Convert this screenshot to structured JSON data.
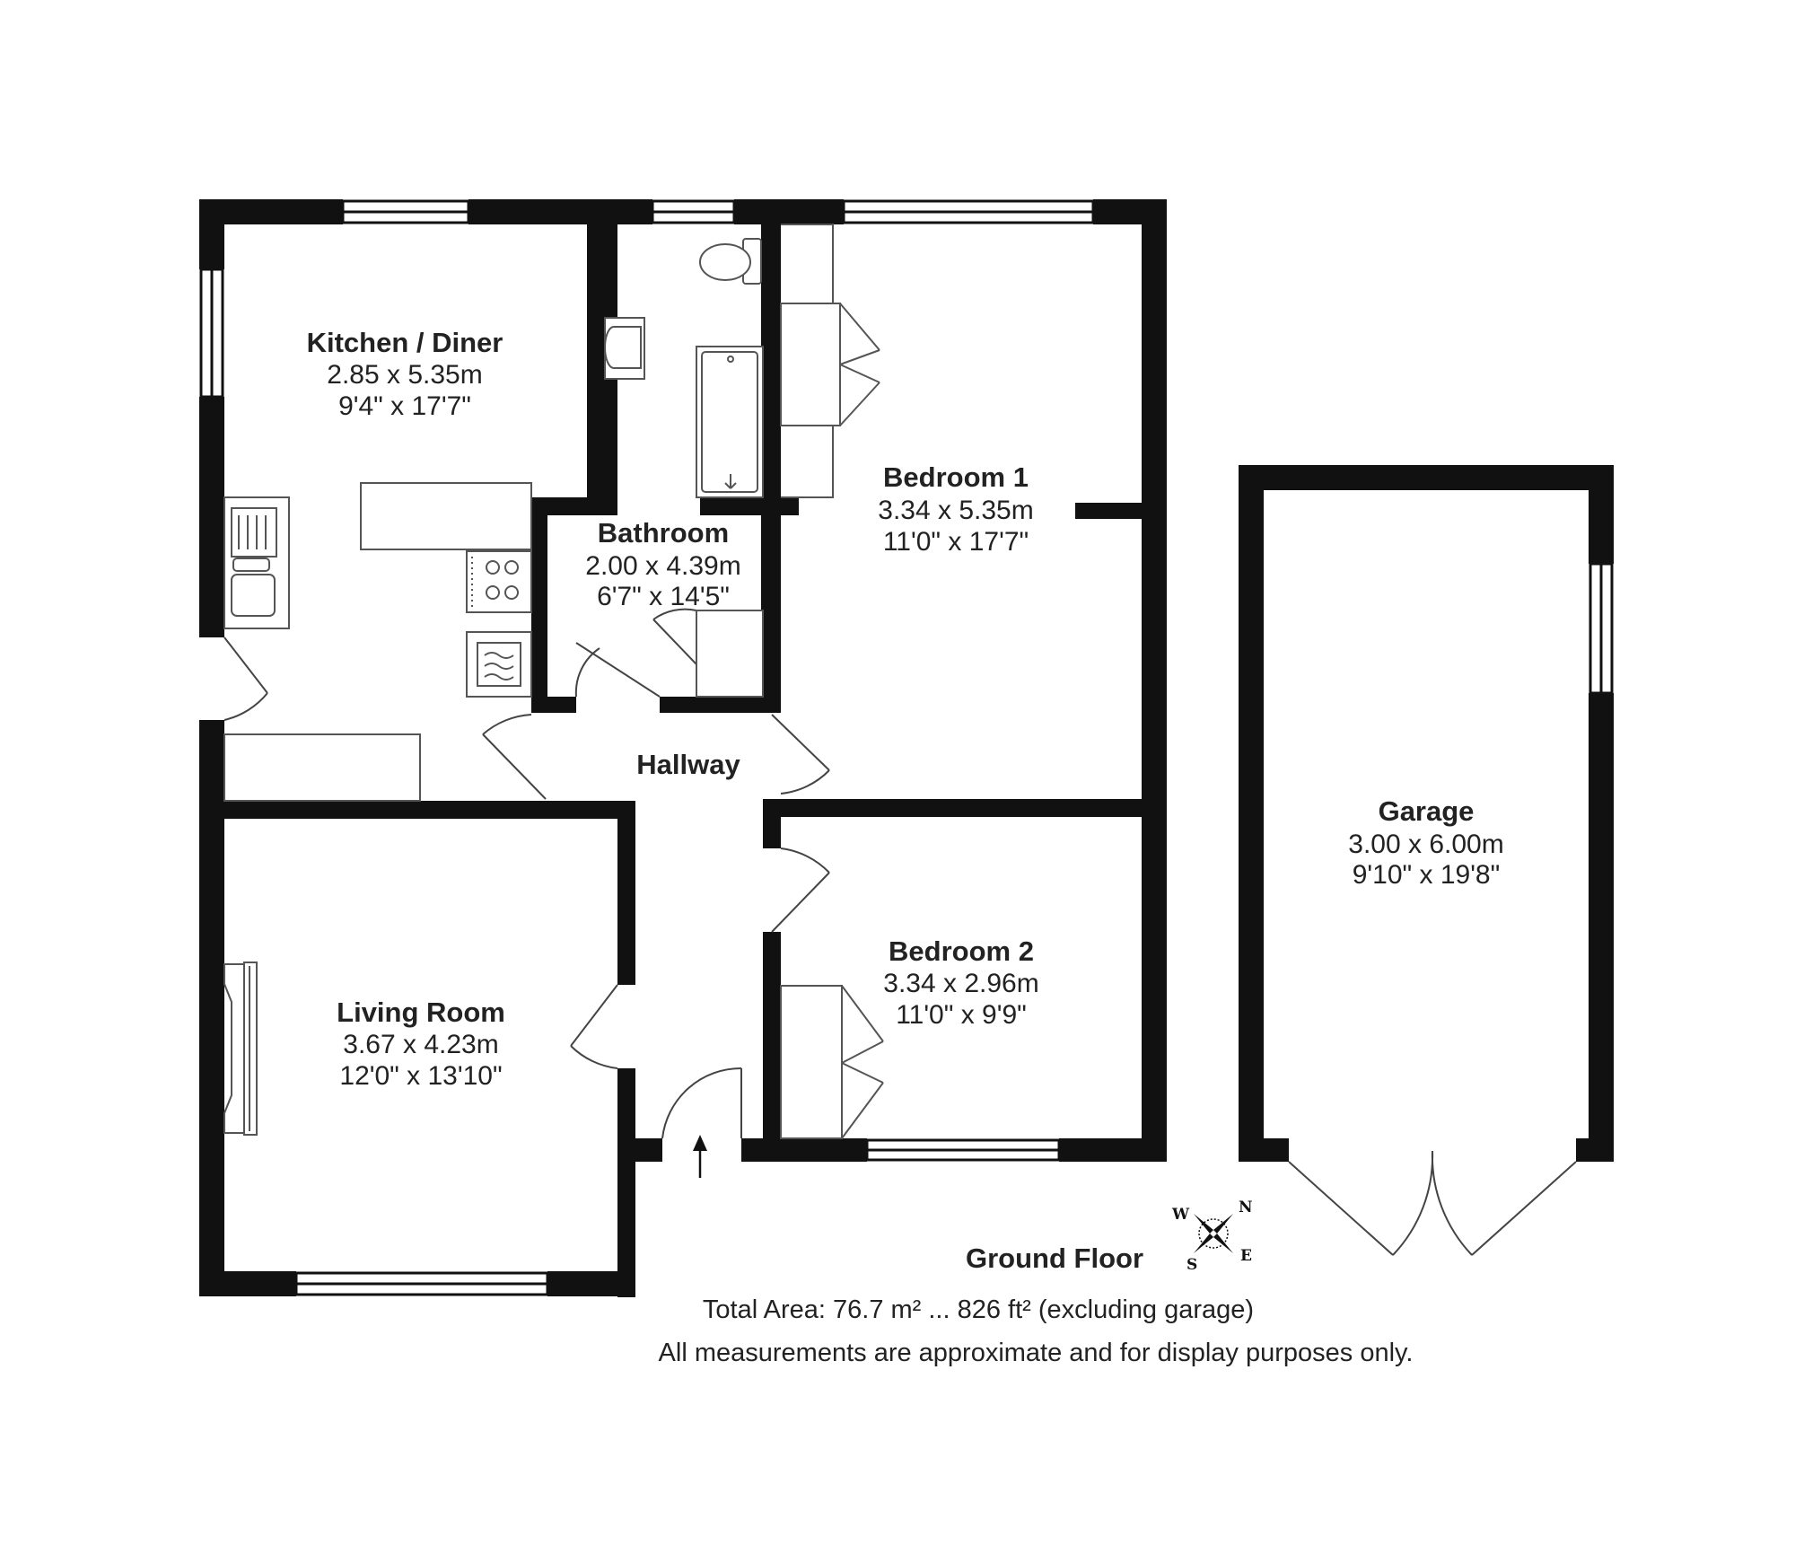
{
  "rooms": {
    "kitchen": {
      "name": "Kitchen / Diner",
      "metric": "2.85 x 5.35m",
      "imperial": "9'4\" x 17'7\""
    },
    "bathroom": {
      "name": "Bathroom",
      "metric": "2.00 x 4.39m",
      "imperial": "6'7\" x 14'5\""
    },
    "bedroom1": {
      "name": "Bedroom 1",
      "metric": "3.34 x 5.35m",
      "imperial": "11'0\" x 17'7\""
    },
    "bedroom2": {
      "name": "Bedroom 2",
      "metric": "3.34 x 2.96m",
      "imperial": "11'0\" x 9'9\""
    },
    "living": {
      "name": "Living Room",
      "metric": "3.67 x 4.23m",
      "imperial": "12'0\" x 13'10\""
    },
    "hallway": {
      "name": "Hallway"
    },
    "garage": {
      "name": "Garage",
      "metric": "3.00 x 6.00m",
      "imperial": "9'10\" x 19'8\""
    }
  },
  "floor_label": "Ground Floor",
  "compass": {
    "n": "N",
    "e": "E",
    "s": "S",
    "w": "W"
  },
  "footer": {
    "total_area": "Total Area: 76.7 m² ... 826 ft² (excluding garage)",
    "disclaimer": "All measurements are approximate and for display purposes only."
  },
  "colors": {
    "wall": "#111111",
    "fixture": "#555555",
    "text": "#222222",
    "background": "#ffffff"
  }
}
